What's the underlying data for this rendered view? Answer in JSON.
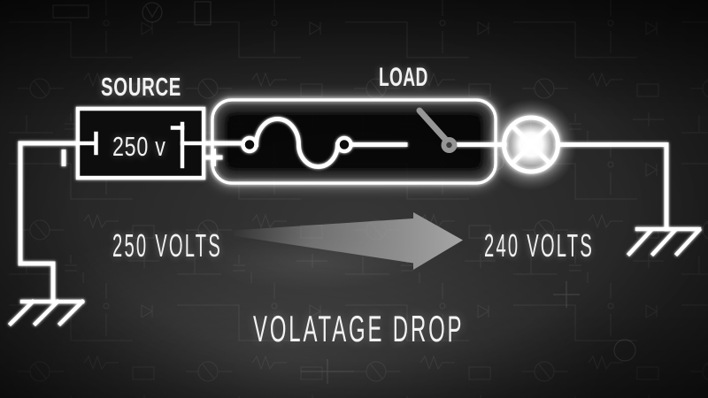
{
  "diagram": {
    "caption": "VOLATAGE DROP",
    "source": {
      "label": "SOURCE",
      "voltage": "250 v"
    },
    "load": {
      "label": "LOAD"
    },
    "voltage_flow": {
      "start": "250 VOLTS",
      "end": "240 VOLTS"
    }
  },
  "icons": {
    "battery-cell-icon": "battery terminal bars inside source box",
    "plus-icon": "+",
    "minus-icon": "|",
    "load-element-icon": "sine-squiggle filament between two ring terminals",
    "switch-icon": "open knife switch with gray lever and pivot",
    "lamp-icon": "glowing circle with X spokes",
    "ground-left-icon": "chassis ground bar with 3 diagonal hatches",
    "ground-right-icon": "chassis ground bar with 3 diagonal hatches",
    "arrow-icon": "tapered gray arrow pointing right"
  },
  "colors": {
    "background": "#232323",
    "wire": "#ffffff",
    "text": "#f2f2f2",
    "switch_lever": "#969696",
    "arrow": "#a4a4a4",
    "source_box_fill": "#0a0a0a",
    "terminal_fill": "#101010"
  }
}
